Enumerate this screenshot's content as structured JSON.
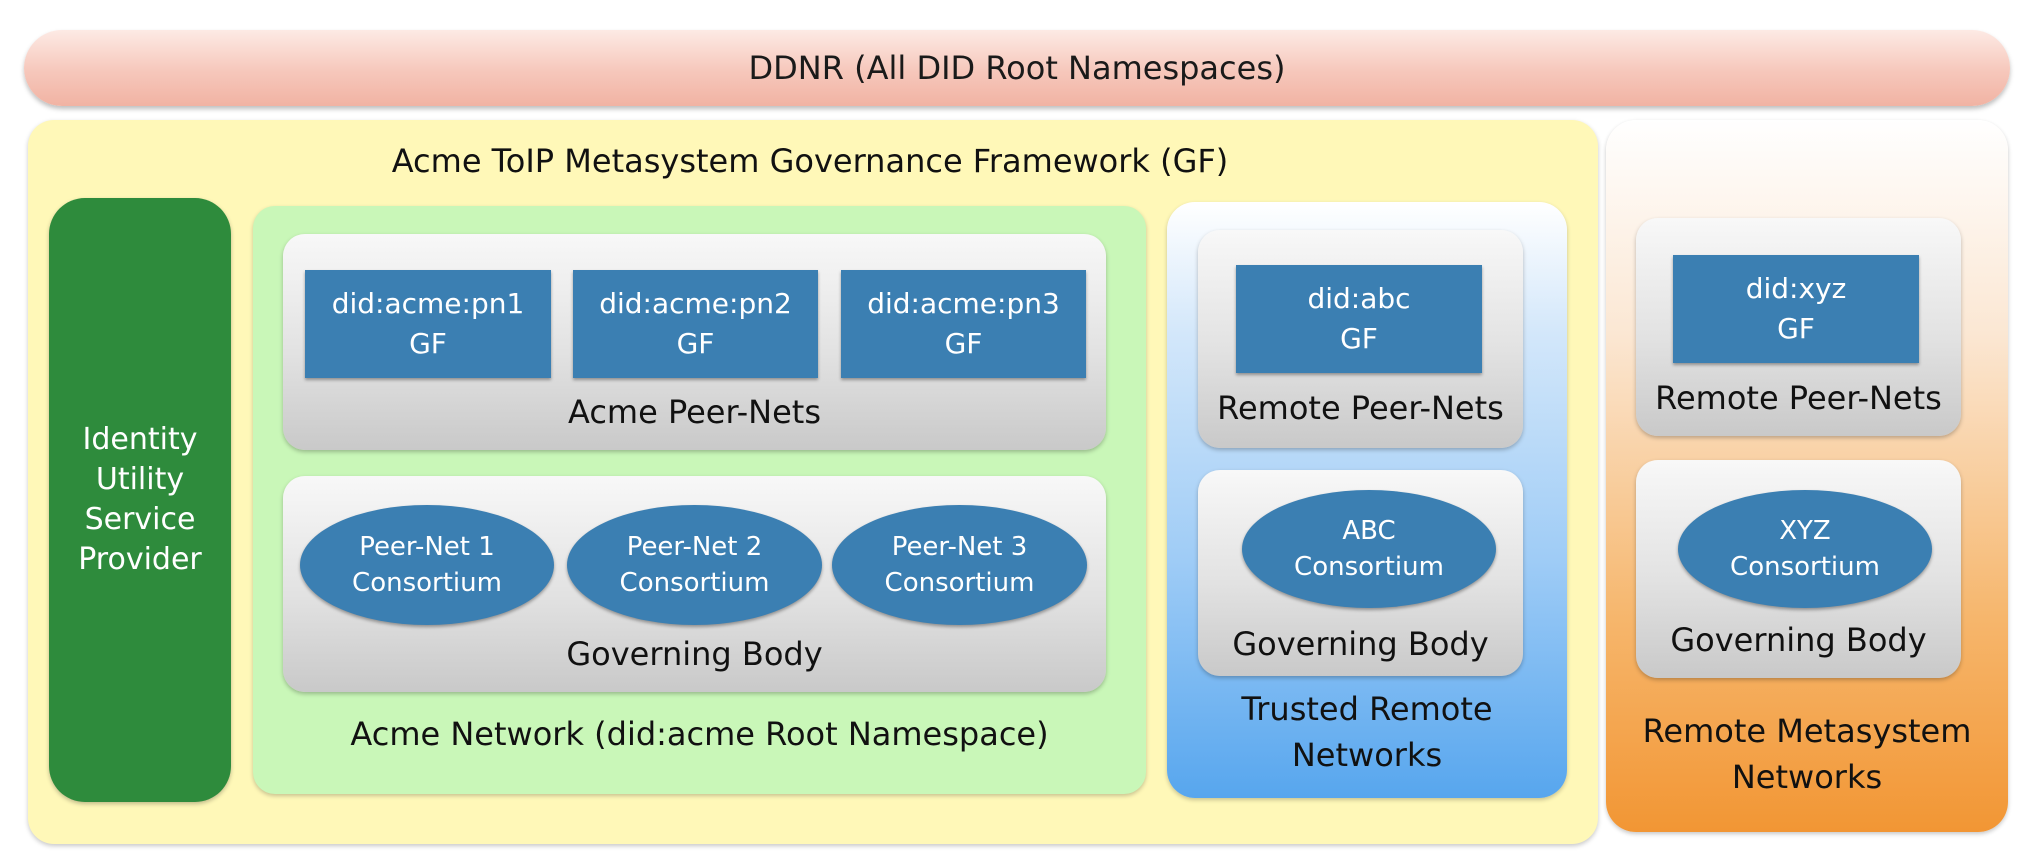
{
  "ddnr": {
    "label": "DDNR (All DID Root Namespaces)"
  },
  "acme_framework": {
    "title": "Acme ToIP Metasystem Governance Framework (GF)"
  },
  "identity_utility": {
    "label": "Identity Utility Service Provider"
  },
  "acme_network": {
    "label": "Acme Network (did:acme Root Namespace)",
    "peer_nets": {
      "label": "Acme Peer-Nets",
      "items": [
        {
          "line1": "did:acme:pn1",
          "line2": "GF"
        },
        {
          "line1": "did:acme:pn2",
          "line2": "GF"
        },
        {
          "line1": "did:acme:pn3",
          "line2": "GF"
        }
      ]
    },
    "governing_body": {
      "label": "Governing Body",
      "items": [
        {
          "line1": "Peer-Net 1",
          "line2": "Consortium"
        },
        {
          "line1": "Peer-Net 2",
          "line2": "Consortium"
        },
        {
          "line1": "Peer-Net 3",
          "line2": "Consortium"
        }
      ]
    }
  },
  "trusted_remote": {
    "label": "Trusted Remote Networks",
    "peer_nets": {
      "label": "Remote Peer-Nets",
      "line1": "did:abc",
      "line2": "GF"
    },
    "governing_body": {
      "label": "Governing Body",
      "line1": "ABC",
      "line2": "Consortium"
    }
  },
  "remote_metasystem": {
    "label": "Remote Metasystem Networks",
    "peer_nets": {
      "label": "Remote Peer-Nets",
      "line1": "did:xyz",
      "line2": "GF"
    },
    "governing_body": {
      "label": "Governing Body",
      "line1": "XYZ",
      "line2": "Consortium"
    }
  },
  "colors": {
    "ddnr_bar": "#f6c7bb",
    "framework_bg": "#fff8b8",
    "identity_utility": "#2e8b3c",
    "acme_network_bg": "#c9f7b8",
    "node_blue": "#3b7fb2",
    "trusted_remote_bg": "#57a6ee",
    "remote_metasystem_bg": "#f29634"
  }
}
